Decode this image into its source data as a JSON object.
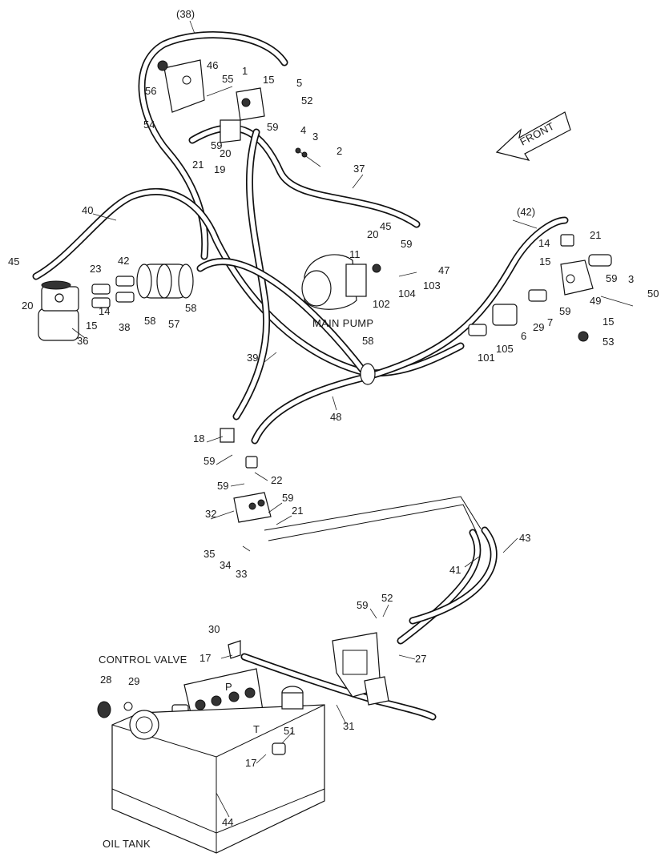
{
  "captions": {
    "front": "FRONT",
    "main_pump": "MAIN PUMP",
    "control_valve": "CONTROL VALVE",
    "oil_tank": "OIL TANK",
    "port_p": "P",
    "port_t": "T"
  },
  "callouts": {
    "c38": "(38)",
    "c42": "(42)",
    "c1": "1",
    "c2": "2",
    "c3": "3",
    "c3b": "3",
    "c4": "4",
    "c5": "5",
    "c6": "6",
    "c7": "7",
    "c11": "11",
    "c14": "14",
    "c14b": "14",
    "c15": "15",
    "c15b": "15",
    "c15c": "15",
    "c15d": "15",
    "c17": "17",
    "c17b": "17",
    "c18": "18",
    "c19": "19",
    "c20": "20",
    "c20b": "20",
    "c20c": "20",
    "c21": "21",
    "c21b": "21",
    "c21c": "21",
    "c22": "22",
    "c23": "23",
    "c27": "27",
    "c28": "28",
    "c29": "29",
    "c29b": "29",
    "c30": "30",
    "c31": "31",
    "c32": "32",
    "c33": "33",
    "c34": "34",
    "c35": "35",
    "c36": "36",
    "c37": "37",
    "c38b": "38",
    "c39": "39",
    "c40": "40",
    "c41": "41",
    "c42b": "42",
    "c43": "43",
    "c44": "44",
    "c45": "45",
    "c45b": "45",
    "c46": "46",
    "c47": "47",
    "c48": "48",
    "c49": "49",
    "c50": "50",
    "c51": "51",
    "c52": "52",
    "c52b": "52",
    "c53": "53",
    "c54": "54",
    "c55": "55",
    "c56": "56",
    "c57": "57",
    "c58": "58",
    "c58b": "58",
    "c58c": "58",
    "c59": "59",
    "c59b": "59",
    "c59c": "59",
    "c59d": "59",
    "c59e": "59",
    "c59f": "59",
    "c59g": "59",
    "c59h": "59",
    "c59i": "59",
    "c101": "101",
    "c102": "102",
    "c103": "103",
    "c104": "104",
    "c105": "105"
  }
}
